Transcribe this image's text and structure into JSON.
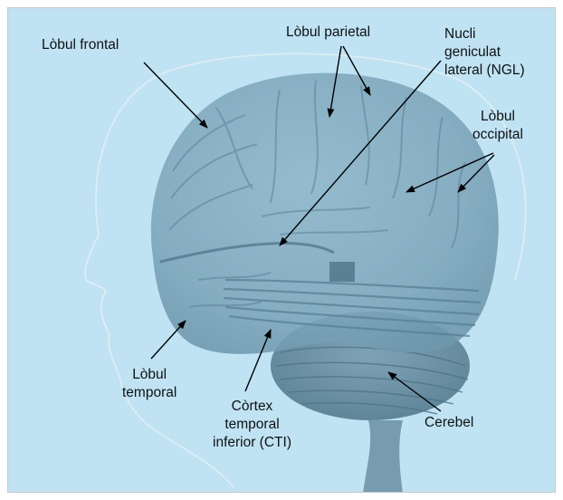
{
  "background_color": "#bfe3f3",
  "labels": {
    "frontal": "Lòbul frontal",
    "parietal": "Lòbul parietal",
    "ngl": [
      "Nucli",
      "geniculat",
      "lateral (NGL)"
    ],
    "occipital": [
      "Lòbul",
      "occipital"
    ],
    "temporal": [
      "Lòbul",
      "temporal"
    ],
    "cti": [
      "Còrtex",
      "temporal",
      "inferior (CTI)"
    ],
    "cerebel": "Cerebel"
  }
}
